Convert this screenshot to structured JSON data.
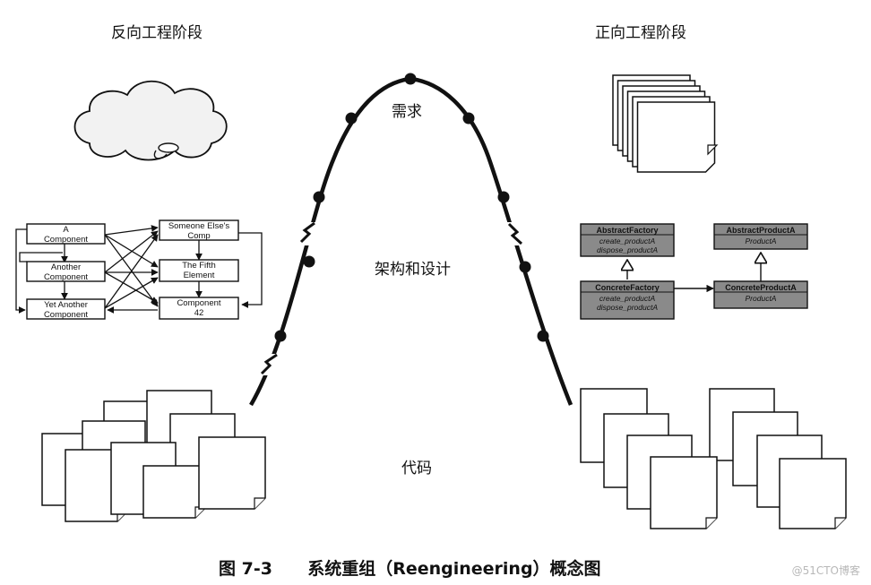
{
  "headings": {
    "reverse": "反向工程阶段",
    "forward": "正向工程阶段"
  },
  "levels": {
    "requirements": "需求",
    "architecture": "架构和设计",
    "code": "代码"
  },
  "caption": {
    "figure_number": "图 7-3",
    "title": "系统重组（Reengineering）概念图"
  },
  "watermark": "@51CTO博客",
  "reverse_components": [
    "A Component",
    "Another Component",
    "Yet Another Component",
    "Someone Else's Comp",
    "The Fifth Element",
    "Component 42"
  ],
  "forward_classes": {
    "abstract_factory": {
      "name": "AbstractFactory",
      "ops": [
        "create_productA",
        "dispose_productA"
      ]
    },
    "concrete_factory": {
      "name": "ConcreteFactory",
      "ops": [
        "create_productA",
        "dispose_productA"
      ]
    },
    "abstract_product": {
      "name": "AbstractProductA",
      "ops": [
        "ProductA"
      ]
    },
    "concrete_product": {
      "name": "ConcreteProductA",
      "ops": [
        "ProductA"
      ]
    }
  },
  "colors": {
    "ink": "#111111",
    "class_fill": "#8a8a8a",
    "page_fill": "#ffffff"
  }
}
